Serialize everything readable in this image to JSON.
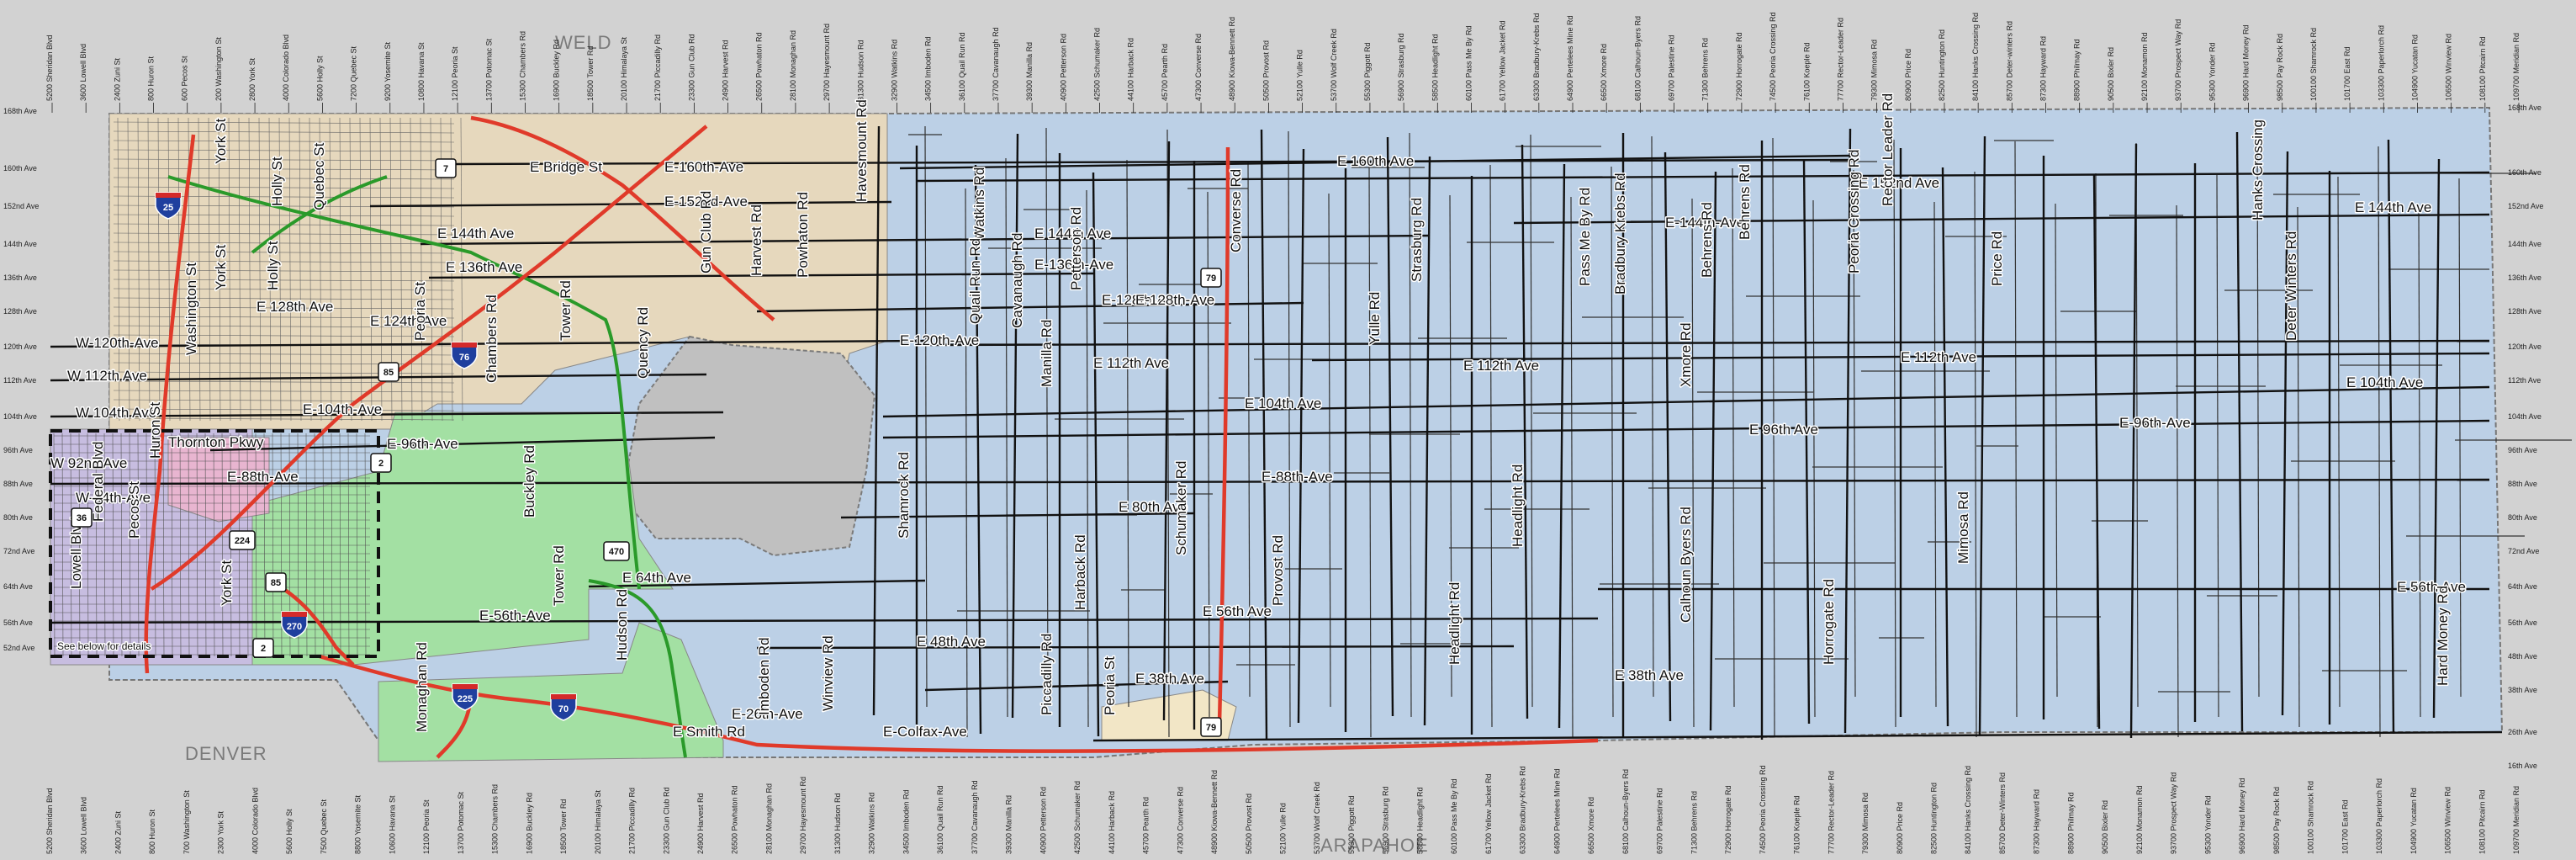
{
  "regions": {
    "north": "WELD",
    "south": "ARAPAHOE",
    "southwest": "DENVER"
  },
  "inset_note": "See below for details",
  "colors": {
    "background": "#d2d2d2",
    "unincorporated": "#bcd0e6",
    "tan_city": "#e6d8bd",
    "green_city": "#a3e0a3",
    "lavender_city": "#c7bde0",
    "pink_city": "#e8b5d0",
    "freeway": "#e03a2a",
    "green_road": "#2a9a2a",
    "road": "#1a1a1a"
  },
  "arterials": [
    {
      "name": "E 160th Ave"
    },
    {
      "name": "E-160th-Ave"
    },
    {
      "name": "E-152nd-Ave"
    },
    {
      "name": "E 152nd Ave"
    },
    {
      "name": "E 144th Ave"
    },
    {
      "name": "E 144th Ave"
    },
    {
      "name": "E-144th-Ave"
    },
    {
      "name": "E 144th Ave"
    },
    {
      "name": "E 136th Ave"
    },
    {
      "name": "E-136th-Ave"
    },
    {
      "name": "E 128th Ave"
    },
    {
      "name": "E-128th-Ave"
    },
    {
      "name": "E-128th-Ave"
    },
    {
      "name": "E 124th Ave"
    },
    {
      "name": "W-120th-Ave"
    },
    {
      "name": "E-120th-Ave"
    },
    {
      "name": "W 112th Ave"
    },
    {
      "name": "E 112th Ave"
    },
    {
      "name": "E 112th Ave"
    },
    {
      "name": "E 112th Ave"
    },
    {
      "name": "W 104th Ave"
    },
    {
      "name": "E-104th-Ave"
    },
    {
      "name": "E 104th Ave"
    },
    {
      "name": "E 104th Ave"
    },
    {
      "name": "E-96th-Ave"
    },
    {
      "name": "E 96th Ave"
    },
    {
      "name": "E-96th-Ave"
    },
    {
      "name": "W 92nd Ave"
    },
    {
      "name": "E-88th-Ave"
    },
    {
      "name": "E-88th-Ave"
    },
    {
      "name": "W-84th-Ave"
    },
    {
      "name": "E 80th Ave"
    },
    {
      "name": "E 64th Ave"
    },
    {
      "name": "E-56th-Ave"
    },
    {
      "name": "E 56th Ave"
    },
    {
      "name": "E 56th Ave"
    },
    {
      "name": "E 48th Ave"
    },
    {
      "name": "E 38th Ave"
    },
    {
      "name": "E 38th Ave"
    },
    {
      "name": "E-26th-Ave"
    },
    {
      "name": "E Smith Rd"
    },
    {
      "name": "E-Colfax-Ave"
    },
    {
      "name": "E Bridge St"
    },
    {
      "name": "Thornton Pkwy"
    },
    {
      "name": "York St"
    },
    {
      "name": "Holly St"
    },
    {
      "name": "Quebec St"
    },
    {
      "name": "York St"
    },
    {
      "name": "Holly St"
    },
    {
      "name": "Washington St"
    },
    {
      "name": "Huron St"
    },
    {
      "name": "Federal Blvd"
    },
    {
      "name": "Pecos St"
    },
    {
      "name": "Lowell Blvd"
    },
    {
      "name": "York St"
    },
    {
      "name": "Peoria St"
    },
    {
      "name": "Chambers Rd"
    },
    {
      "name": "Buckley Rd"
    },
    {
      "name": "Tower Rd"
    },
    {
      "name": "Tower Rd"
    },
    {
      "name": "Quency Rd"
    },
    {
      "name": "Gun Club Rd"
    },
    {
      "name": "Harvest Rd"
    },
    {
      "name": "Powhaton Rd"
    },
    {
      "name": "Havesmount Rd"
    },
    {
      "name": "Watkins Rd"
    },
    {
      "name": "Quail Run Rd"
    },
    {
      "name": "Cavanaugh Rd"
    },
    {
      "name": "Manilla Rd"
    },
    {
      "name": "Petterson Rd"
    },
    {
      "name": "Harback Rd"
    },
    {
      "name": "Schumaker Rd"
    },
    {
      "name": "Converse Rd"
    },
    {
      "name": "Provost Rd"
    },
    {
      "name": "Yulle Rd"
    },
    {
      "name": "Strasburg Rd"
    },
    {
      "name": "Headlight Rd"
    },
    {
      "name": "Headlight Rd"
    },
    {
      "name": "Pass Me By Rd"
    },
    {
      "name": "Bradbury Krebs Rd"
    },
    {
      "name": "Xmore Rd"
    },
    {
      "name": "Calhoun Byers Rd"
    },
    {
      "name": "Behrens Rd"
    },
    {
      "name": "Behrens Rd"
    },
    {
      "name": "Horrogate Rd"
    },
    {
      "name": "Peoria Crossing Rd"
    },
    {
      "name": "Rector Leader Rd"
    },
    {
      "name": "Mimosa Rd"
    },
    {
      "name": "Price Rd"
    },
    {
      "name": "Hanks Crossing"
    },
    {
      "name": "Deter Winters Rd"
    },
    {
      "name": "Hard Money Rd"
    },
    {
      "name": "Shamrock Rd"
    },
    {
      "name": "Winview Rd"
    },
    {
      "name": "Imboden Rd"
    },
    {
      "name": "Hudson Rd"
    },
    {
      "name": "Monaghan Rd"
    },
    {
      "name": "Piccadilly Rd"
    },
    {
      "name": "Peoria St"
    },
    {
      "name": "Petterson Rd"
    },
    {
      "name": "Harback Rd"
    }
  ],
  "shields": [
    {
      "type": "interstate",
      "num": "25"
    },
    {
      "type": "interstate",
      "num": "76"
    },
    {
      "type": "interstate",
      "num": "270"
    },
    {
      "type": "interstate",
      "num": "225"
    },
    {
      "type": "interstate",
      "num": "70"
    },
    {
      "type": "state",
      "num": "7"
    },
    {
      "type": "state",
      "num": "85"
    },
    {
      "type": "state",
      "num": "2"
    },
    {
      "type": "state",
      "num": "224"
    },
    {
      "type": "state",
      "num": "85"
    },
    {
      "type": "state",
      "num": "2"
    },
    {
      "type": "state",
      "num": "79"
    },
    {
      "type": "state",
      "num": "79"
    },
    {
      "type": "state",
      "num": "36"
    },
    {
      "type": "state",
      "num": "470"
    }
  ],
  "top_addresses": [
    "5200 Sheridan Blvd",
    "3600 Lowell Blvd",
    "2400 Zuni St",
    "800 Huron St",
    "600 Pecos St",
    "200 Washington St",
    "2800 York St",
    "4000 Colorado Blvd",
    "5600 Holly St",
    "7200 Quebec St",
    "9200 Yosemite St",
    "10800 Havana St",
    "12100 Peoria St",
    "13700 Potomac St",
    "15300 Chambers Rd",
    "16900 Buckley Rd",
    "18500 Tower Rd",
    "20100 Himalaya St",
    "21700 Piccadilly Rd",
    "23300 Gun Club Rd",
    "24900 Harvest Rd",
    "26500 Powhaton Rd",
    "28100 Monaghan Rd",
    "29700 Hayesmount Rd",
    "31300 Hudson Rd",
    "32900 Watkins Rd",
    "34500 Imboden Rd",
    "36100 Quail Run Rd",
    "37700 Cavanaugh Rd",
    "39300 Manilla Rd",
    "40900 Petterson Rd",
    "42500 Schumaker Rd",
    "44100 Harback Rd",
    "45700 Pearth Rd",
    "47300 Converse Rd",
    "48900 Kiowa-Bennett Rd",
    "50500 Provost Rd",
    "52100 Yulle Rd",
    "53700 Wolf Creek Rd",
    "55300 Piggott Rd",
    "56900 Strasburg Rd",
    "58500 Headlight Rd",
    "60100 Pass Me By Rd",
    "61700 Yellow Jacket Rd",
    "63300 Bradbury-Krebs Rd",
    "64900 Pertelees Mine Rd",
    "66500 Xmore Rd",
    "68100 Calhoun-Byers Rd",
    "69700 Palestine Rd",
    "71300 Behrens Rd",
    "72900 Horrogate Rd",
    "74500 Peoria Crossing Rd",
    "76100 Koeple Rd",
    "77700 Rector-Leader Rd",
    "79300 Mimosa Rd",
    "80900 Price Rd",
    "82500 Huntington Rd",
    "84100 Hanks Crossing Rd",
    "85700 Deter-winters Rd",
    "87300 Hayward Rd",
    "88900 Philmay Rd",
    "90500 Bixler Rd",
    "92100 Monamon Rd",
    "93700 Prospect Way Rd",
    "95300 Yonder Rd",
    "96900 Hard Money Rd",
    "98500 Pay Rock Rd",
    "100100 Shamrock Rd",
    "101700 East Rd",
    "103300 Paperlorch Rd",
    "104900 Yucatan Rd",
    "106500 Winview Rd",
    "108100 Pitcairn Rd",
    "109700 Meridian Rd"
  ],
  "bottom_addresses": [
    "5200 Sheridan Blvd",
    "3600 Lowell Blvd",
    "2400 Zuni St",
    "800 Huron St",
    "700 Washington St",
    "2300 York St",
    "4000 Colorado Blvd",
    "5600 Holly St",
    "7500 Quebec St",
    "8800 Yosemite St",
    "10600 Havana St",
    "12100 Peoria St",
    "13700 Potomac St",
    "15300 Chambers Rd",
    "16900 Buckley Rd",
    "18500 Tower Rd",
    "20100 Himalaya St",
    "21700 Piccadilly Rd",
    "23300 Gun Club Rd",
    "24900 Harvest Rd",
    "26500 Powhaton Rd",
    "28100 Monaghan Rd",
    "29700 Hayesmount Rd",
    "31300 Hudson Rd",
    "32900 Watkins Rd",
    "34500 Imboden Rd",
    "36100 Quail Run Rd",
    "37700 Cavanaugh Rd",
    "39300 Manilla Rd",
    "40900 Petterson Rd",
    "42500 Schumaker Rd",
    "44100 Harback Rd",
    "45700 Pearth Rd",
    "47300 Converse Rd",
    "48900 Kiowa-Bennett Rd",
    "50500 Provost Rd",
    "52100 Yulle Rd",
    "53700 Wolf Creek Rd",
    "55300 Piggott Rd",
    "56900 Strasburg Rd",
    "58500 Headlight Rd",
    "60100 Pass Me By Rd",
    "61700 Yellow Jacket Rd",
    "63300 Bradbury-Krebs Rd",
    "64900 Pertelees Mine Rd",
    "66500 Xmore Rd",
    "68100 Calhoun-Byers Rd",
    "69700 Palestine Rd",
    "71300 Behrens Rd",
    "72900 Horrogate Rd",
    "74500 Peoria Crossing Rd",
    "76100 Koeple Rd",
    "77700 Rector-Leader Rd",
    "79300 Mimosa Rd",
    "80900 Price Rd",
    "82500 Huntington Rd",
    "84100 Hanks Crossing Rd",
    "85700 Deter-Winters Rd",
    "87300 Hayward Rd",
    "88900 Philmay Rd",
    "90500 Bixler Rd",
    "92100 Monamon Rd",
    "93700 Prospect Way Rd",
    "95300 Yonder Rd",
    "96900 Hard Money Rd",
    "98500 Pay Rock Rd",
    "100100 Shamrock Rd",
    "101700 East Rd",
    "103300 Paperlorch Rd",
    "104900 Yucatan Rd",
    "106500 Winview Rd",
    "108100 Pitcairn Rd",
    "109700 Meridian Rd"
  ],
  "left_ticks": [
    "168th Ave",
    "160th Ave",
    "152nd Ave",
    "144th Ave",
    "136th Ave",
    "128th Ave",
    "120th Ave",
    "112th Ave",
    "104th Ave",
    "96th Ave",
    "88th Ave",
    "80th Ave",
    "72nd Ave",
    "64th Ave",
    "56th Ave",
    "52nd Ave"
  ],
  "right_ticks": [
    "168th Ave",
    "160th Ave",
    "152nd Ave",
    "144th Ave",
    "136th Ave",
    "128th Ave",
    "120th Ave",
    "112th Ave",
    "104th Ave",
    "96th Ave",
    "88th Ave",
    "80th Ave",
    "72nd Ave",
    "64th Ave",
    "56th Ave",
    "48th Ave",
    "38th Ave",
    "26th Ave",
    "16th Ave"
  ]
}
